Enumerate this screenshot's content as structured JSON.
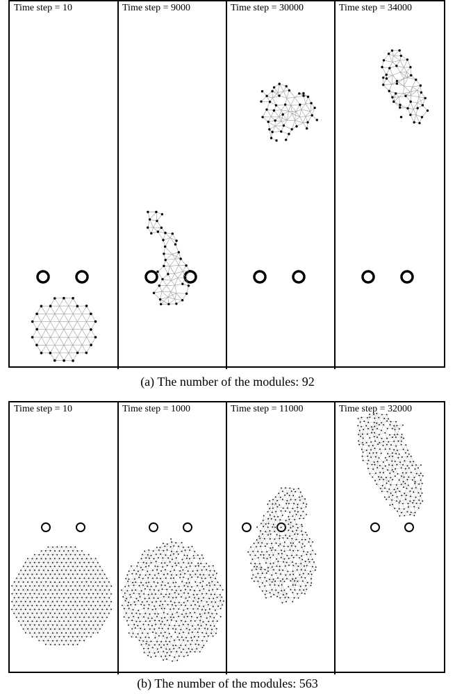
{
  "figure_a": {
    "caption": "(a) The number of the modules: 92",
    "panels": [
      {
        "label": "Time step = 10"
      },
      {
        "label": "Time step = 9000"
      },
      {
        "label": "Time step = 30000"
      },
      {
        "label": "Time step = 34000"
      }
    ]
  },
  "figure_b": {
    "caption": "(b) The number of the modules: 563",
    "panels": [
      {
        "label": "Time step = 10"
      },
      {
        "label": "Time step = 1000"
      },
      {
        "label": "Time step = 11000"
      },
      {
        "label": "Time step = 32000"
      }
    ]
  },
  "colors": {
    "node": "#000000",
    "edge": "#9a9a9a",
    "border": "#000000"
  }
}
